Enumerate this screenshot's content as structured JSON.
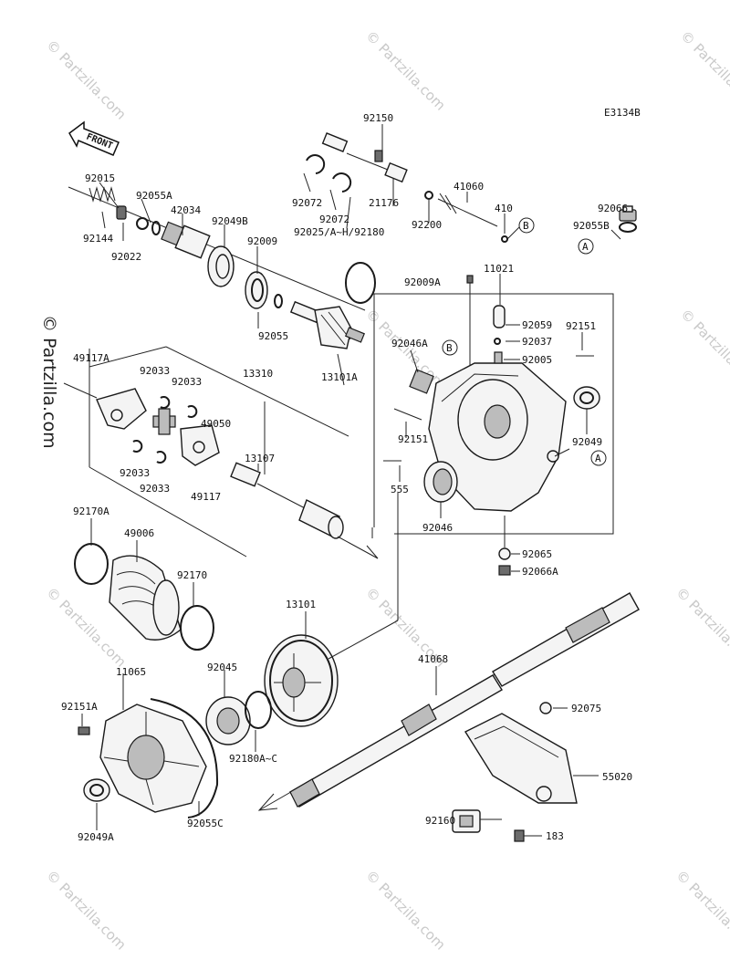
{
  "diagram": {
    "code": "E3134B",
    "front_label": "FRONT",
    "watermark": "© Partzilla.com",
    "parts": {
      "p92150": "92150",
      "p92015": "92015",
      "p92055A": "92055A",
      "p92144": "92144",
      "p92022": "92022",
      "p42034": "42034",
      "p92049B": "92049B",
      "p92009": "92009",
      "p92072a": "92072",
      "p92072b": "92072",
      "p21176": "21176",
      "p92025": "92025/A~H/92180",
      "p92200": "92200",
      "p41060": "41060",
      "p410": "410",
      "p92066": "92066",
      "p92055B": "92055B",
      "p11021": "11021",
      "p92009A": "92009A",
      "p92059": "92059",
      "p92037": "92037",
      "p92005": "92005",
      "p92151a": "92151",
      "p92151b": "92151",
      "p92055": "92055",
      "p13101A": "13101A",
      "p92046A": "92046A",
      "p49117A": "49117A",
      "p92033a": "92033",
      "p92033b": "92033",
      "p92033c": "92033",
      "p92033d": "92033",
      "p13310": "13310",
      "p49050": "49050",
      "p13107": "13107",
      "p49117": "49117",
      "p555": "555",
      "p92046": "92046",
      "p92049": "92049",
      "p92065": "92065",
      "p92066A": "92066A",
      "p92170A": "92170A",
      "p49006": "49006",
      "p92170": "92170",
      "p13101": "13101",
      "p41068": "41068",
      "p11065": "11065",
      "p92045": "92045",
      "p92151A": "92151A",
      "p92180A": "92180A~C",
      "p92049A": "92049A",
      "p92055C": "92055C",
      "p92075": "92075",
      "p55020": "55020",
      "p92160": "92160",
      "p183": "183"
    },
    "callouts": {
      "a1": "A",
      "a2": "A",
      "b1": "B",
      "b2": "B"
    }
  }
}
